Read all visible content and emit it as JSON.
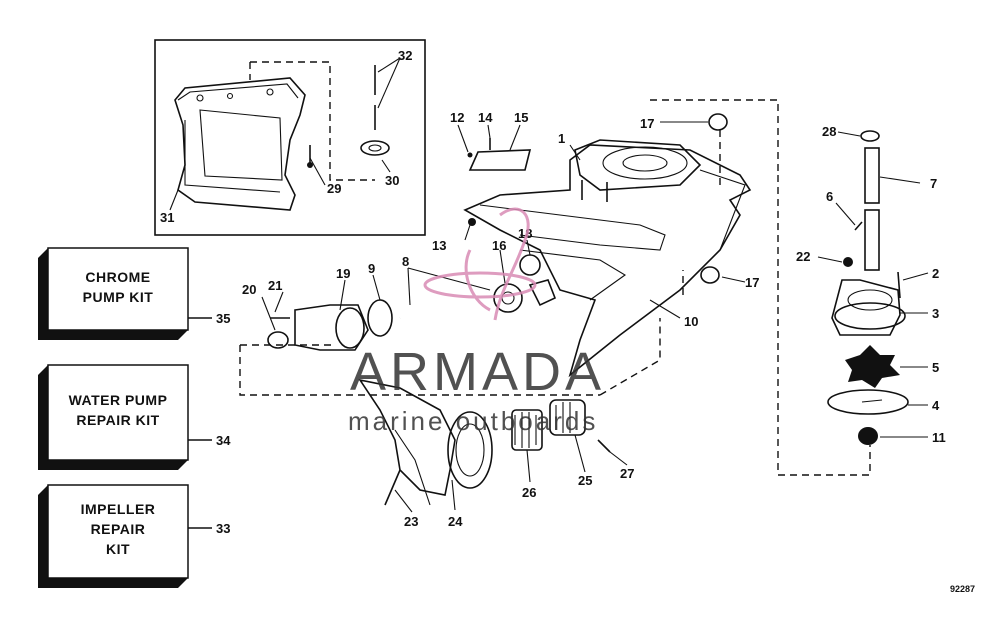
{
  "kits": [
    {
      "name": "chrome-pump-kit",
      "lines": [
        "CHROME",
        "PUMP KIT"
      ],
      "number": "35"
    },
    {
      "name": "water-pump-repair-kit",
      "lines": [
        "WATER PUMP",
        "REPAIR KIT"
      ],
      "number": "34"
    },
    {
      "name": "impeller-repair-kit",
      "lines": [
        "IMPELLER",
        "REPAIR",
        "KIT"
      ],
      "number": "33"
    }
  ],
  "part_numbers": {
    "p1": "1",
    "p2": "2",
    "p3": "3",
    "p4": "4",
    "p5": "5",
    "p6": "6",
    "p7": "7",
    "p8": "8",
    "p9": "9",
    "p10": "10",
    "p11": "11",
    "p12": "12",
    "p13": "13",
    "p14": "14",
    "p15": "15",
    "p16": "16",
    "p17a": "17",
    "p17b": "17",
    "p18": "18",
    "p19": "19",
    "p20": "20",
    "p21": "21",
    "p22": "22",
    "p23": "23",
    "p24": "24",
    "p25": "25",
    "p26": "26",
    "p27": "27",
    "p28": "28",
    "p29": "29",
    "p30": "30",
    "p31": "31",
    "p32": "32"
  },
  "watermark": {
    "brand": "ARMADA",
    "tagline": "marine outboards",
    "color": "#d98bb5"
  },
  "figure_code": "92287"
}
